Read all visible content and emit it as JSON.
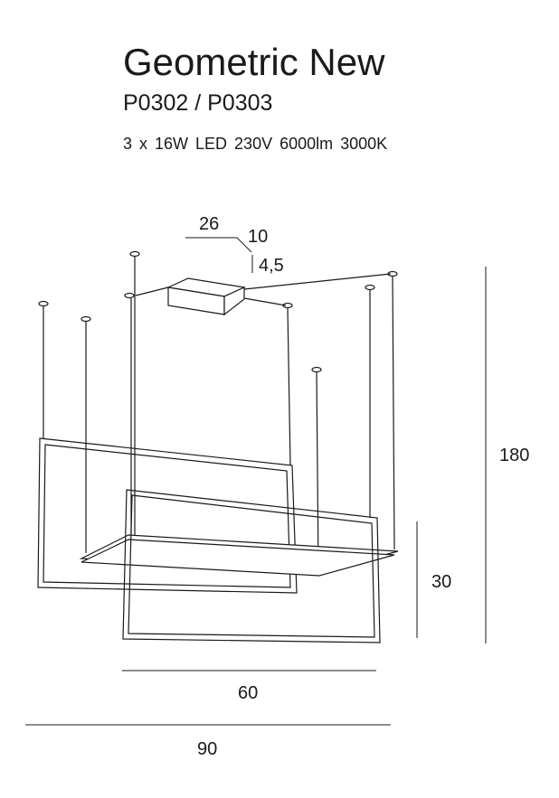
{
  "product": {
    "name": "Geometric New",
    "codes": "P0302 / P0303",
    "specs": "3 x 16W  LED  230V  6000lm  3000K"
  },
  "dimensions": {
    "canopy_length": "26",
    "canopy_width": "10",
    "canopy_height": "4,5",
    "total_height": "180",
    "frame_height": "30",
    "frame_width_small": "60",
    "frame_width_large": "90"
  },
  "colors": {
    "line": "#1a1a1a"
  }
}
